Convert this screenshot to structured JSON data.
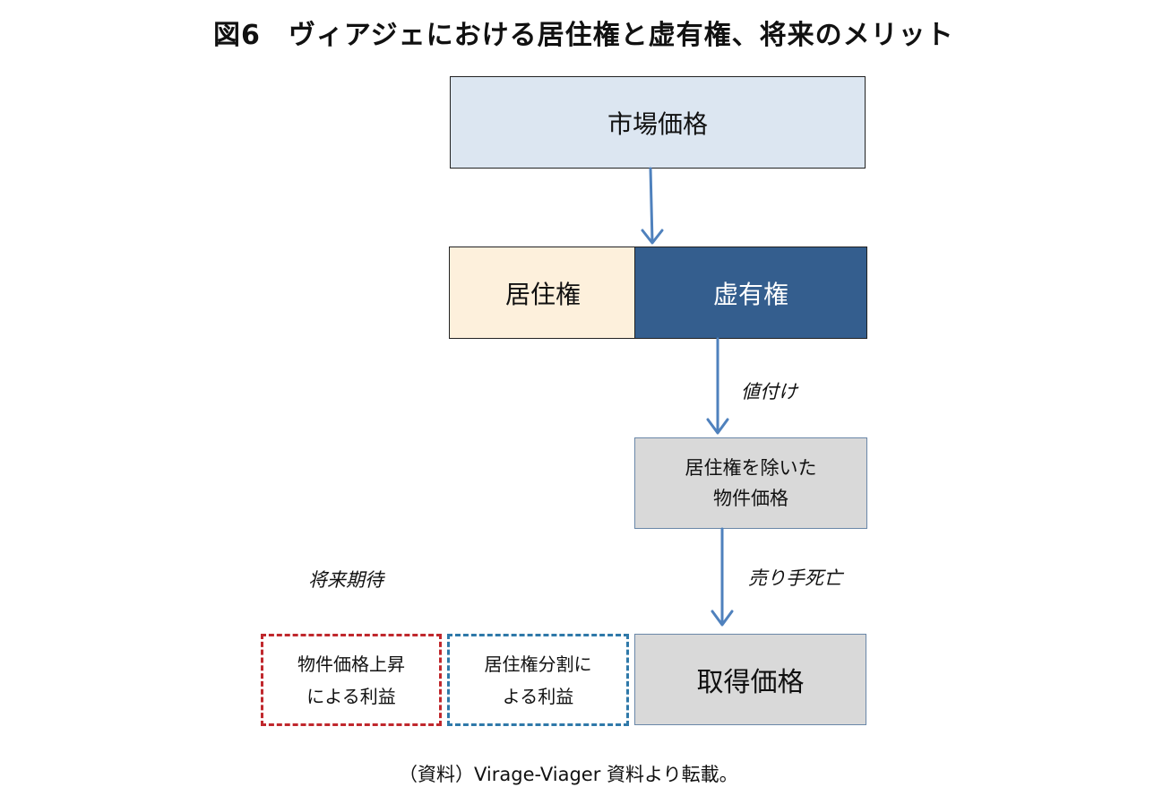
{
  "title": "図6　ヴィアジェにおける居住権と虚有権、将来のメリット",
  "boxes": {
    "market_price": "市場価格",
    "residence_right": "居住権",
    "bare_ownership": "虚有権",
    "price_excl_line1": "居住権を除いた",
    "price_excl_line2": "物件価格",
    "acquisition_price": "取得価格",
    "gain_appreciation_line1": "物件価格上昇",
    "gain_appreciation_line2": "による利益",
    "gain_split_line1": "居住権分割に",
    "gain_split_line2": "よる利益"
  },
  "labels": {
    "valuation": "値付け",
    "seller_death": "売り手死亡",
    "future_expectation": "将来期待"
  },
  "source": "（資料）Virage-Viager 資料より転載。",
  "colors": {
    "market_fill": "#dce6f1",
    "residence_fill": "#fdf0dc",
    "bare_fill": "#345e8e",
    "gray_fill": "#d9d9d9",
    "arrow": "#4f81bd",
    "dash_red": "#c0282d",
    "dash_blue": "#2f79a9"
  }
}
